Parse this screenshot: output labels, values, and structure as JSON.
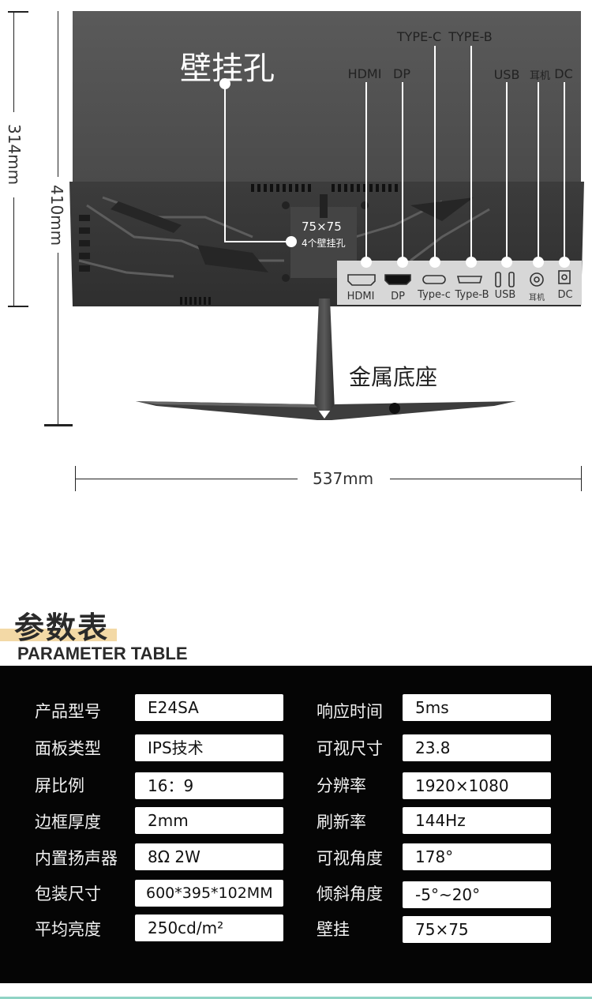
{
  "diagram": {
    "wall_hole_title": "壁挂孔",
    "wall_hole_size": "75×75",
    "wall_hole_count": "4个壁挂孔",
    "base_label": "金属底座",
    "dim_height_panel": "314mm",
    "dim_height_total": "410mm",
    "dim_width": "537mm",
    "top_labels": [
      "HDMI",
      "DP",
      "TYPE-C",
      "TYPE-B",
      "USB",
      "耳机",
      "DC"
    ],
    "port_labels": [
      "HDMI",
      "DP",
      "Type-c",
      "Type-B",
      "USB",
      "耳机",
      "DC"
    ]
  },
  "header": {
    "title_cn": "参数表",
    "title_en": "PARAMETER TABLE",
    "accent_color": "#f3d9a6"
  },
  "params": [
    {
      "label": "产品型号",
      "value": "E24SA"
    },
    {
      "label": "响应时间",
      "value": "5ms"
    },
    {
      "label": "面板类型",
      "value": "IPS技术"
    },
    {
      "label": "可视尺寸",
      "value": "23.8"
    },
    {
      "label": "屏比例",
      "value": "16：9"
    },
    {
      "label": "分辨率",
      "value": "1920×1080"
    },
    {
      "label": "边框厚度",
      "value": "2mm"
    },
    {
      "label": "刷新率",
      "value": "144Hz"
    },
    {
      "label": "内置扬声器",
      "value": "8Ω 2W"
    },
    {
      "label": "可视角度",
      "value": "178°"
    },
    {
      "label": "包装尺寸",
      "value": "600*395*102MM"
    },
    {
      "label": "倾斜角度",
      "value": "-5°~20°"
    },
    {
      "label": "平均亮度",
      "value": "250cd/m²"
    },
    {
      "label": "壁挂",
      "value": "75×75"
    }
  ]
}
